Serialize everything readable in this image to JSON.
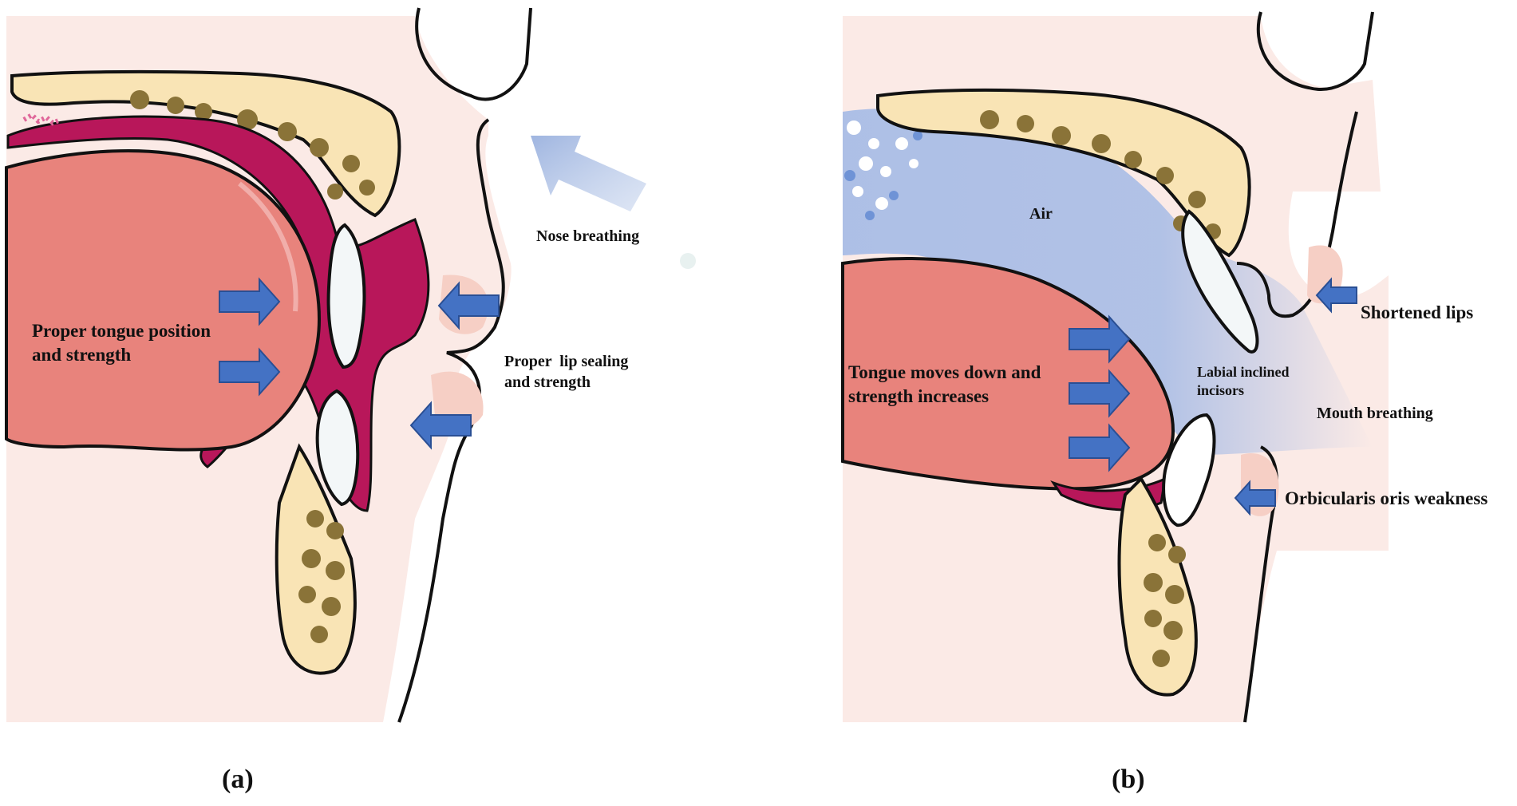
{
  "panel_a": {
    "tag": "(a)",
    "labels": {
      "nose_breathing": "Nose breathing",
      "tongue_line1": "Proper tongue position",
      "tongue_line2": "and strength",
      "lip_line1": "Proper  lip sealing",
      "lip_line2": "and strength"
    }
  },
  "panel_b": {
    "tag": "(b)",
    "labels": {
      "air": "Air",
      "shortened_lips": "Shortened lips",
      "incisors_line1": "Labial inclined",
      "incisors_line2": "incisors",
      "tongue_line1": "Tongue moves down and",
      "tongue_line2": "strength increases",
      "mouth_breathing": "Mouth breathing",
      "orbicularis": "Orbicularis oris weakness"
    }
  },
  "colors": {
    "skin": "#fbeae6",
    "tongue": "#e8837c",
    "palate_tissue": "#b8175a",
    "bone": "#f9e4b5",
    "bone_dot": "#8a7338",
    "tooth": "#f3f7f8",
    "arrow": "#4472c4",
    "air": "#a9bde6",
    "outline": "#111111"
  }
}
